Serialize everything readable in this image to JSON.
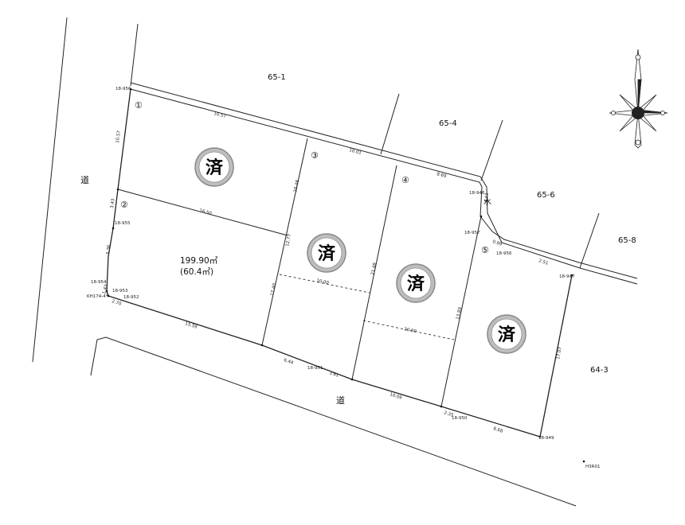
{
  "neighbor_parcels": [
    {
      "text": "65-1"
    },
    {
      "text": "65-4"
    },
    {
      "text": "65-6"
    },
    {
      "text": "65-8"
    },
    {
      "text": "64-3"
    }
  ],
  "roads": [
    {
      "text": "道"
    },
    {
      "text": "道"
    }
  ],
  "lot_numbers": [
    "①",
    "②",
    "③",
    "④",
    "⑤"
  ],
  "area_label": {
    "line1": "199.90㎡",
    "line2": "(60.4㎡)"
  },
  "sold_badges": [
    {
      "text": "済"
    },
    {
      "text": "済"
    },
    {
      "text": "済"
    },
    {
      "text": "済"
    }
  ],
  "water_mark": "水",
  "points": [
    "18-956",
    "18-955",
    "18-954",
    "18-953",
    "18-952",
    "KH174-4*",
    "18-951",
    "18-950",
    "18-949",
    "18-957",
    "18-956",
    "18-947",
    "18-946",
    "H3R01"
  ],
  "dimensions": {
    "top_boundary": [
      "10.57",
      "10.01",
      "8.69"
    ],
    "left_boundary": [
      "10.57",
      "3.43",
      "5.36",
      "1.43"
    ],
    "lot1_2_divider": "16.50",
    "lot3_left": [
      "10.48",
      "12.77",
      "17.40"
    ],
    "lot3_4_divider": [
      "21.48"
    ],
    "lot4_5_divider": [
      "13.89"
    ],
    "lot5_right": [
      "4.43",
      "0.99",
      "2.51",
      "17.07"
    ],
    "frontage_lengths": [
      "10.00",
      "10.00"
    ],
    "bottom_boundary": [
      "2.70",
      "15.59",
      "6.44",
      "3.61",
      "10.09",
      "2.35",
      "8.68"
    ]
  },
  "colors": {
    "sold_badge_fill": "#bdbdbd",
    "line": "#222222",
    "background": "#ffffff"
  }
}
